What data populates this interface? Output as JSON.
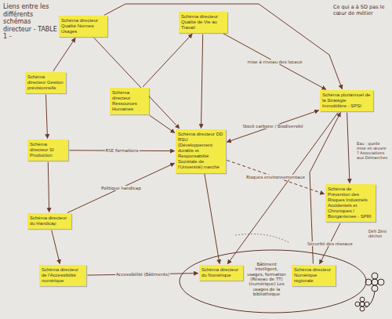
{
  "diagram": {
    "title": "Liens entre les différents schémas directeur - TABLE 1 -",
    "nodes": [
      {
        "text": [
          "Schéma directeur Qualité Normes Usages"
        ]
      },
      {
        "text": [
          "Schéma directeur Qualité de Vie au Travail"
        ]
      },
      {
        "text": [
          "Schéma directeur Gestion prévisionnelle"
        ]
      },
      {
        "text": [
          "Schéma directeur Ressources Humaines"
        ]
      },
      {
        "text": [
          "Schéma directeur SI Production"
        ]
      },
      {
        "text": [
          "Schéma directeur DD RSU (Développement durable et Responsabilité Sociétale de l'Université) marché"
        ]
      },
      {
        "text": [
          "Schéma pluriannuel de la Stratégie Immobilière - SPSI"
        ]
      },
      {
        "text": [
          "Schéma de Prévention des Risques Industriels Accidentels et Chroniques / Biorganismes - SPRI"
        ]
      },
      {
        "text": [
          "Schéma directeur du Handicap"
        ]
      },
      {
        "text": [
          "Schéma directeur de l'Accessibilité numérique"
        ]
      },
      {
        "text": [
          "Bâtiment intelligent, usages, formation (Réseau de TT) (numérique) Les usages de la bibliothèque"
        ]
      },
      {
        "text": [
          "Schéma directeur du Numérique"
        ],
        "in": 10
      },
      {
        "text": [
          "Schéma directeur Numérique régionale"
        ],
        "in": 10
      }
    ],
    "edges": [
      {
        "from": 0,
        "to": 5,
        "arrow": "to"
      },
      {
        "from": 1,
        "to": 5,
        "arrow": "to"
      },
      {
        "from": 1,
        "to": 6,
        "label": "mise à niveau des locaux",
        "arrow": "to"
      },
      {
        "from": 0,
        "to": 6,
        "arrow": "to"
      },
      {
        "from": 2,
        "to": 4,
        "arrow": "to"
      },
      {
        "from": 2,
        "to": 0,
        "arrow": "to"
      },
      {
        "from": 3,
        "to": 5,
        "arrow": "to"
      },
      {
        "from": 3,
        "to": 1,
        "arrow": "to"
      },
      {
        "from": 4,
        "to": 5,
        "label": "RSE formations",
        "arrow": "to"
      },
      {
        "from": 4,
        "to": 8,
        "arrow": "to"
      },
      {
        "from": 5,
        "to": 6,
        "label": "Stock carbone / Biodiversité",
        "arrow": "both"
      },
      {
        "from": 5,
        "to": 7,
        "label": "Risques environnementaux",
        "arrow": "to"
      },
      {
        "from": 5,
        "to": 11,
        "arrow": "to"
      },
      {
        "from": 6,
        "to": 7,
        "arrow": "to"
      },
      {
        "from": 6,
        "to": 11,
        "arrow": "to"
      },
      {
        "from": 7,
        "to": 12,
        "label": "Sécurité des réseaux",
        "arrow": "to"
      },
      {
        "from": 8,
        "to": 9,
        "arrow": "to"
      },
      {
        "from": 8,
        "to": 5,
        "label": "Politique handicap",
        "arrow": "to"
      },
      {
        "from": 9,
        "to": 11,
        "label": "Accessibilité (Bâtiments)",
        "arrow": "to"
      },
      {
        "from": 12,
        "to": 6,
        "arrow": "to"
      }
    ],
    "labels": [
      "Ce qui a à SD pas le cœur de métier",
      "Eau : quelle mise en œuvre ? Associations aux Démarches",
      "Défi Zéro déchet"
    ]
  }
}
